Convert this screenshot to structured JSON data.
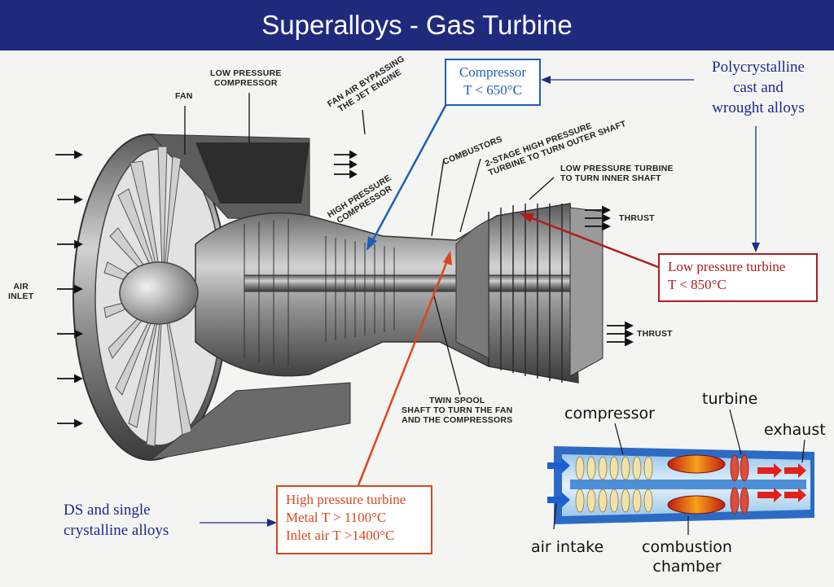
{
  "title": "Superalloys - Gas Turbine",
  "engine_labels": {
    "fan": "FAN",
    "low_pressure_compressor_1": "LOW PRESSURE",
    "low_pressure_compressor_2": "COMPRESSOR",
    "fan_air_1": "FAN AIR BYPASSING",
    "fan_air_2": "THE JET ENGINE",
    "combustors": "COMBUSTORS",
    "hp_turbine_1": "2-STAGE HIGH PRESSURE",
    "hp_turbine_2": "TURBINE TO TURN OUTER SHAFT",
    "lp_turbine_1": "LOW PRESSURE TURBINE",
    "lp_turbine_2": "TO TURN INNER SHAFT",
    "hp_compressor_1": "HIGH PRESSURE",
    "hp_compressor_2": "COMPRESSOR",
    "thrust_top": "THRUST",
    "thrust_bottom": "THRUST",
    "air_inlet_1": "AIR",
    "air_inlet_2": "INLET",
    "twin_spool_1": "TWIN SPOOL",
    "twin_spool_2": "SHAFT TO TURN THE FAN",
    "twin_spool_3": "AND THE COMPRESSORS"
  },
  "callouts": {
    "compressor": {
      "line1": "Compressor",
      "line2": "T < 650°C",
      "color": "#1f5fb5"
    },
    "lp_turbine": {
      "line1": "Low pressure turbine",
      "line2": "T < 850°C",
      "color": "#b01c1c"
    },
    "hp_turbine": {
      "line1": "High pressure turbine",
      "line2": "Metal T > 1100°C",
      "line3": "Inlet air T >1400°C",
      "color": "#d9481c"
    }
  },
  "notes": {
    "poly_1": "Polycrystalline",
    "poly_2": "cast and",
    "poly_3": "wrought alloys",
    "ds_1": "DS and single",
    "ds_2": "crystalline alloys",
    "color": "#1c2a8a"
  },
  "schematic": {
    "compressor": "compressor",
    "turbine": "turbine",
    "exhaust": "exhaust",
    "air_intake": "air intake",
    "combustion_1": "combustion",
    "combustion_2": "chamber"
  }
}
